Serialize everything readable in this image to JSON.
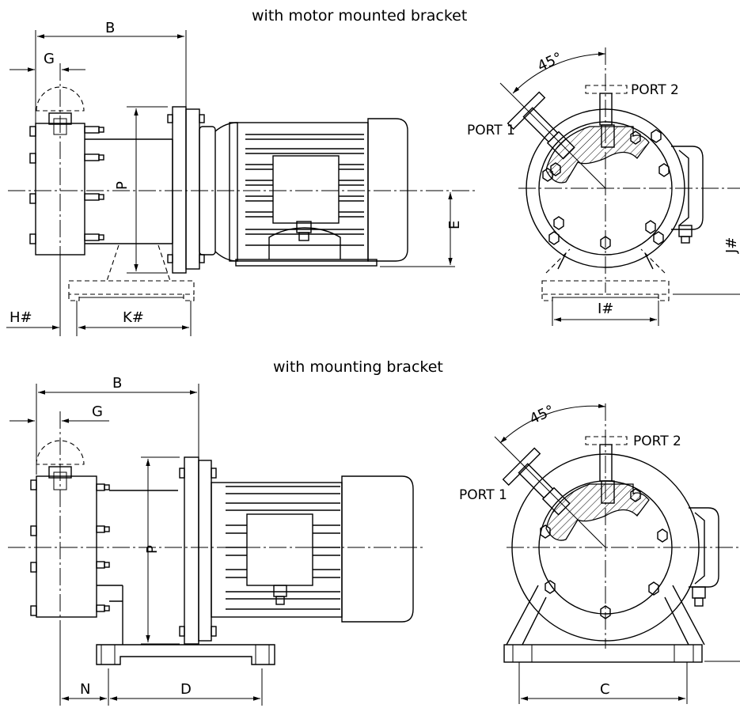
{
  "titles": {
    "top": "with motor mounted bracket",
    "bottom": "with mounting bracket"
  },
  "top_side_view": {
    "dims": {
      "B": "B",
      "G": "G",
      "P": "P",
      "E": "E",
      "H": "H#",
      "K": "K#"
    }
  },
  "top_front_view": {
    "angle": "45°",
    "port1": "PORT 1",
    "port2": "PORT 2",
    "dims": {
      "I": "I#",
      "J": "J#"
    }
  },
  "bottom_side_view": {
    "dims": {
      "B": "B",
      "G": "G",
      "P": "P",
      "N": "N",
      "D": "D"
    }
  },
  "bottom_front_view": {
    "angle": "45°",
    "port1": "PORT 1",
    "port2": "PORT 2",
    "dims": {
      "C": "C"
    }
  }
}
